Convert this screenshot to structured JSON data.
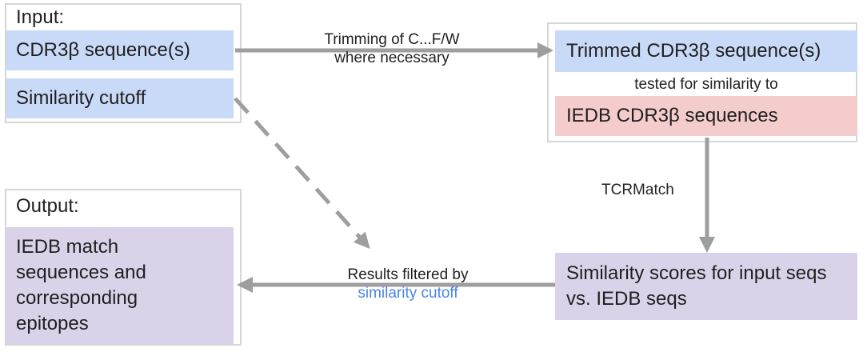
{
  "input": {
    "heading": "Input:",
    "sequences": "CDR3β sequence(s)",
    "cutoff": "Similarity cutoff"
  },
  "processing": {
    "trimmed": "Trimmed CDR3β sequence(s)",
    "tested_label": "tested for similarity to",
    "iedb": "IEDB CDR3β sequences"
  },
  "scores": {
    "line1": "Similarity scores for input seqs",
    "line2": "vs. IEDB seqs"
  },
  "output": {
    "heading": "Output:",
    "line1": "IEDB match",
    "line2": "sequences and",
    "line3": "corresponding",
    "line4": "epitopes"
  },
  "edges": {
    "trim_line1": "Trimming of C...F/W",
    "trim_line2": "where necessary",
    "tcrmatch": "TCRMatch",
    "filtered_line1": "Results filtered by",
    "filtered_line2": "similarity cutoff"
  },
  "colors": {
    "input_box": "#c9daf8",
    "iedb_box": "#f4cccc",
    "result_box": "#d9d2e9",
    "arrow": "#9e9e9e",
    "highlight_text": "#4a86e8"
  }
}
